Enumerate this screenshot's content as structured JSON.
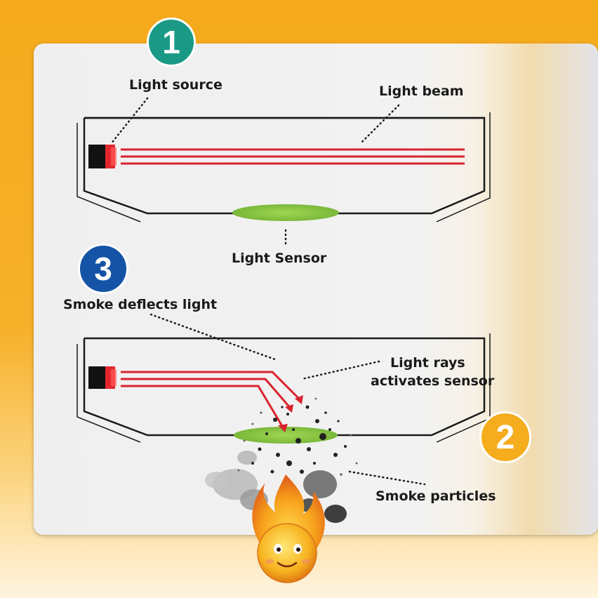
{
  "badges": {
    "one": "1",
    "two": "2",
    "three": "3"
  },
  "labels": {
    "light_source": "Light source",
    "light_beam": "Light beam",
    "light_sensor": "Light Sensor",
    "smoke_deflects_light": "Smoke deflects light",
    "light_rays_line1": "Light rays",
    "light_rays_line2": "activates sensor",
    "smoke_particles": "Smoke particles"
  },
  "colors": {
    "badge_1": "#1a9a86",
    "badge_2": "#f5ac1d",
    "badge_3": "#1553a6",
    "beam": "#d9232e",
    "sensor": "#8cc63f",
    "background": "#f5aa1c"
  },
  "icons": [
    "light-emitter-icon",
    "light-sensor-icon",
    "smoke-cloud-icon",
    "flame-face-icon"
  ]
}
